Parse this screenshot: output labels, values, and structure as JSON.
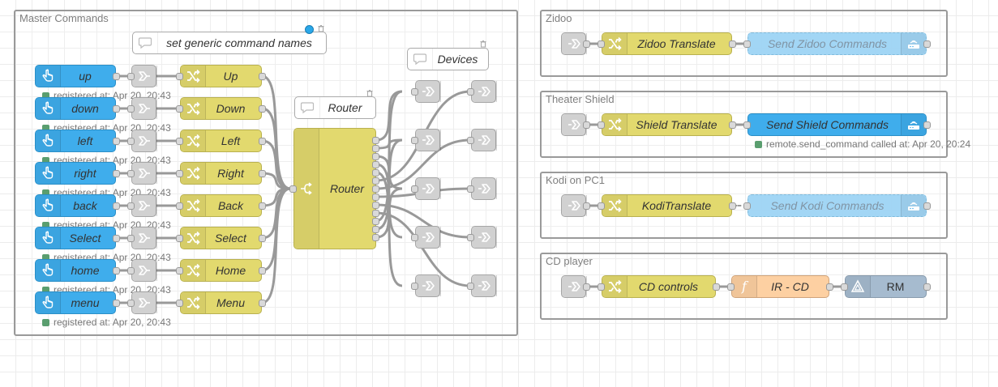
{
  "colors": {
    "inject": "#3fadec",
    "change": "#e2d96e",
    "link": "#dddddd",
    "function": "#fdd0a2",
    "rm": "#a6bbcf",
    "status_ok": "#5a9e6f",
    "changed": "#2aa7e8"
  },
  "groups": {
    "master": "Master Commands",
    "zidoo": "Zidoo",
    "theater": "Theater Shield",
    "kodi": "Kodi on PC1",
    "cd": "CD player"
  },
  "comments": {
    "generic": "set generic command names",
    "devices": "Devices",
    "router": "Router"
  },
  "injects": [
    "up",
    "down",
    "left",
    "right",
    "back",
    "Select",
    "home",
    "menu"
  ],
  "changes": [
    "Up",
    "Down",
    "Left",
    "Right",
    "Back",
    "Select",
    "Home",
    "Menu"
  ],
  "status_text": "registered at: Apr 20, 20:43",
  "router": "Router",
  "zidoo": {
    "translate": "Zidoo Translate",
    "send": "Send Zidoo Commands"
  },
  "theater": {
    "translate": "Shield Translate",
    "send": "Send Shield Commands",
    "status": "remote.send_command called at: Apr 20, 20:24"
  },
  "kodi": {
    "translate": "KodiTranslate",
    "send": "Send Kodi Commands"
  },
  "cd": {
    "controls": "CD controls",
    "ir": "IR - CD",
    "rm": "RM"
  },
  "icons": {
    "inject": "hand-pointer-icon",
    "change": "shuffle-icon",
    "link": "link-arrow-icon",
    "comment": "speech-bubble-icon",
    "function": "function-icon",
    "rm": "broadlink-icon",
    "service": "router-icon"
  }
}
